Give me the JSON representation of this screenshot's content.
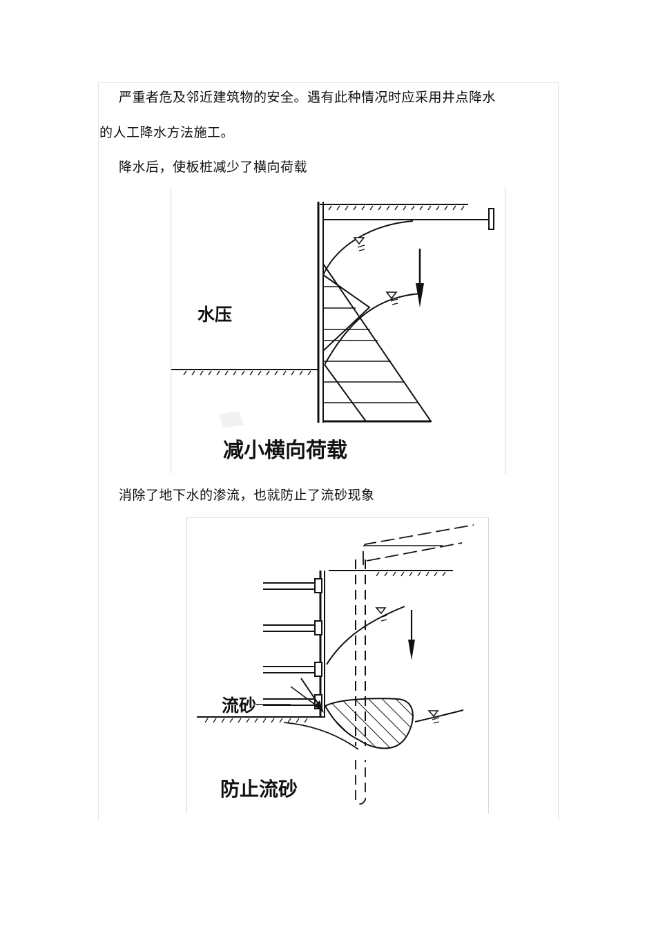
{
  "paragraphs": {
    "p1": "严重者危及邻近建筑物的安全。遇有此种情况时应采用井点降水",
    "p2": "的人工降水方法施工。",
    "p3": "降水后，使板桩减少了横向荷载",
    "p4": "消除了地下水的渗流，也就防止了流砂现象"
  },
  "figure1": {
    "label_water_pressure": "水压",
    "caption": "减小横向荷载"
  },
  "figure2": {
    "label_quicksand": "流砂",
    "caption": "防止流砂"
  }
}
